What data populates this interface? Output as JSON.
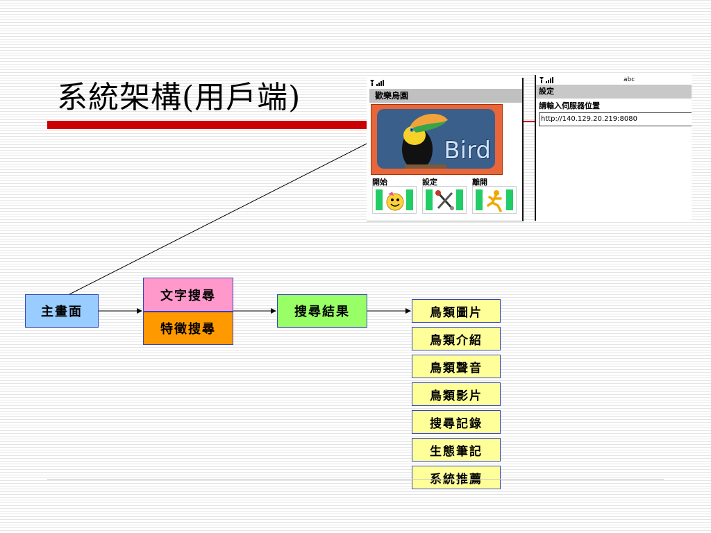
{
  "slide": {
    "title": "系統架構(用戶端)"
  },
  "diagram": {
    "main_screen": "主畫面",
    "text_search": "文字搜尋",
    "feature_search": "特徵搜尋",
    "search_results": "搜尋結果",
    "result_items": [
      "鳥類圖片",
      "鳥類介紹",
      "鳥類聲音",
      "鳥類影片",
      "搜尋記錄",
      "生態筆記",
      "系統推薦"
    ]
  },
  "phone_main": {
    "header": "歡樂烏園",
    "banner_text": "Bird",
    "buttons": [
      {
        "label": "開始",
        "icon": "smiley-face-icon"
      },
      {
        "label": "設定",
        "icon": "tools-icon"
      },
      {
        "label": "離開",
        "icon": "running-man-icon"
      }
    ]
  },
  "phone_settings": {
    "status_right": "abc",
    "header": "設定",
    "prompt": "請輸入伺服器位置",
    "server_url": "http://140.129.20.219:8080"
  },
  "colors": {
    "main_screen": "#99ccff",
    "text_search": "#ff99cc",
    "feature_search": "#ff9900",
    "search_results": "#99ff66",
    "result_item": "#ffff99",
    "title_bar": "#cc0000"
  }
}
